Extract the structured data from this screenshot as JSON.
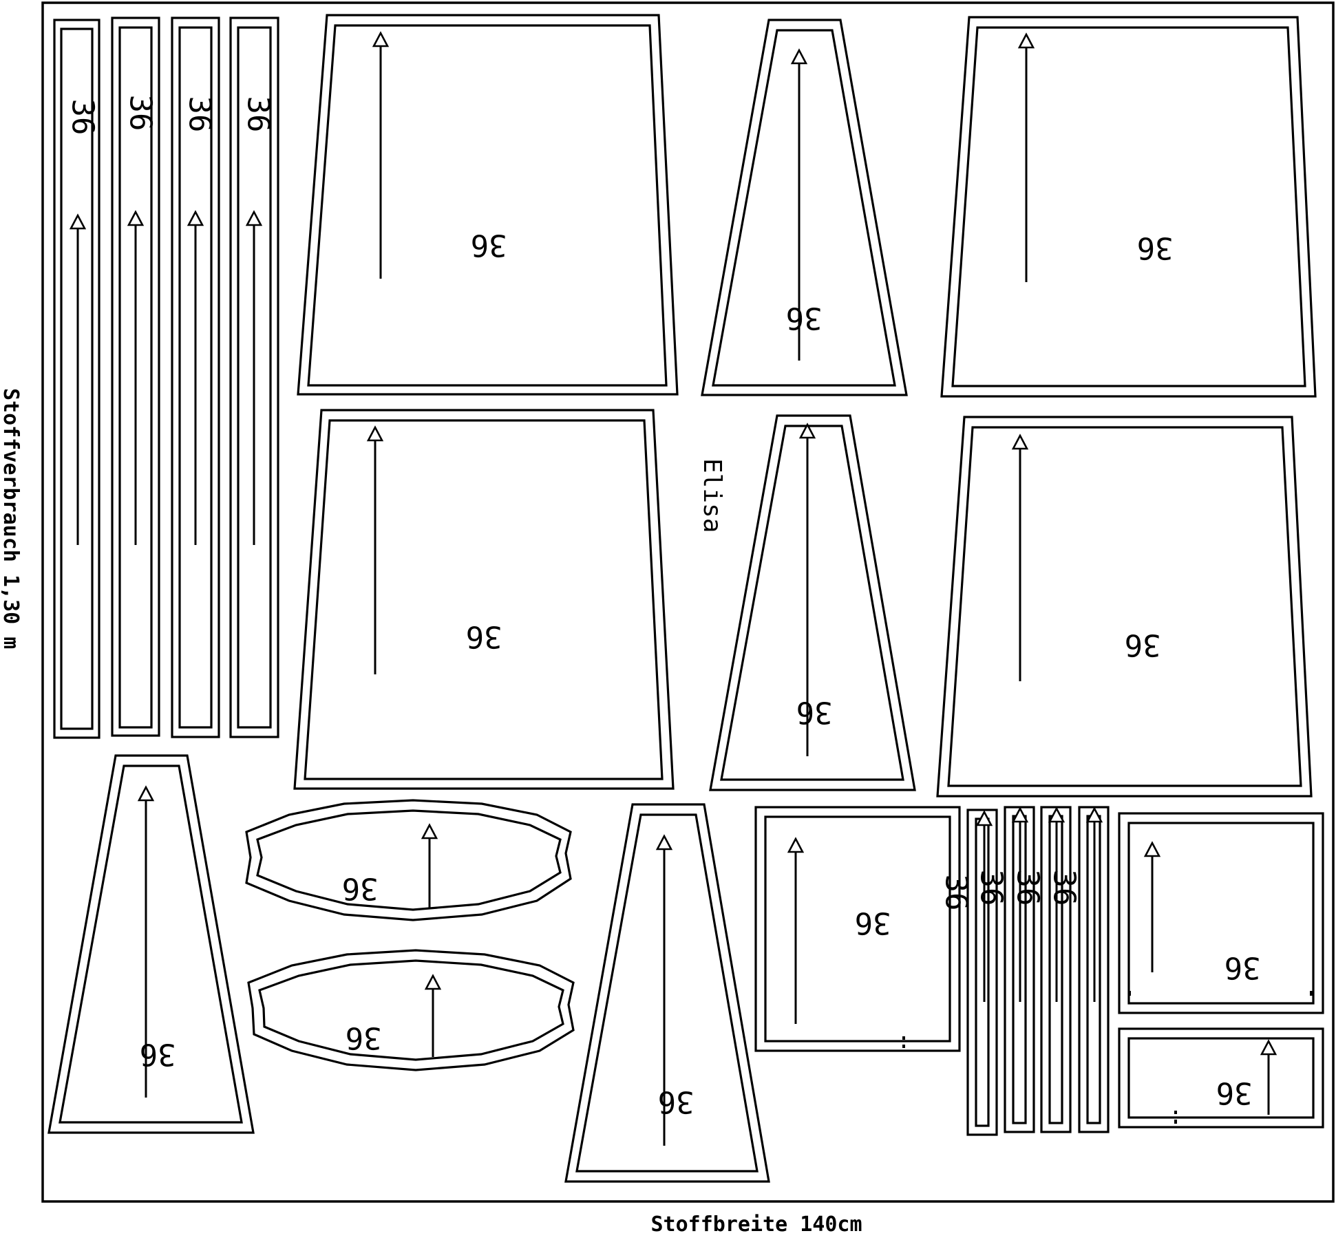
{
  "sheet": {
    "width_label": "Stoffbreite 140cm",
    "length_label": "Stoffverbrauch 1,30 m",
    "model_name": "Elisa",
    "size_label": "36"
  },
  "colors": {
    "line": "#000000",
    "background": "#ffffff"
  }
}
